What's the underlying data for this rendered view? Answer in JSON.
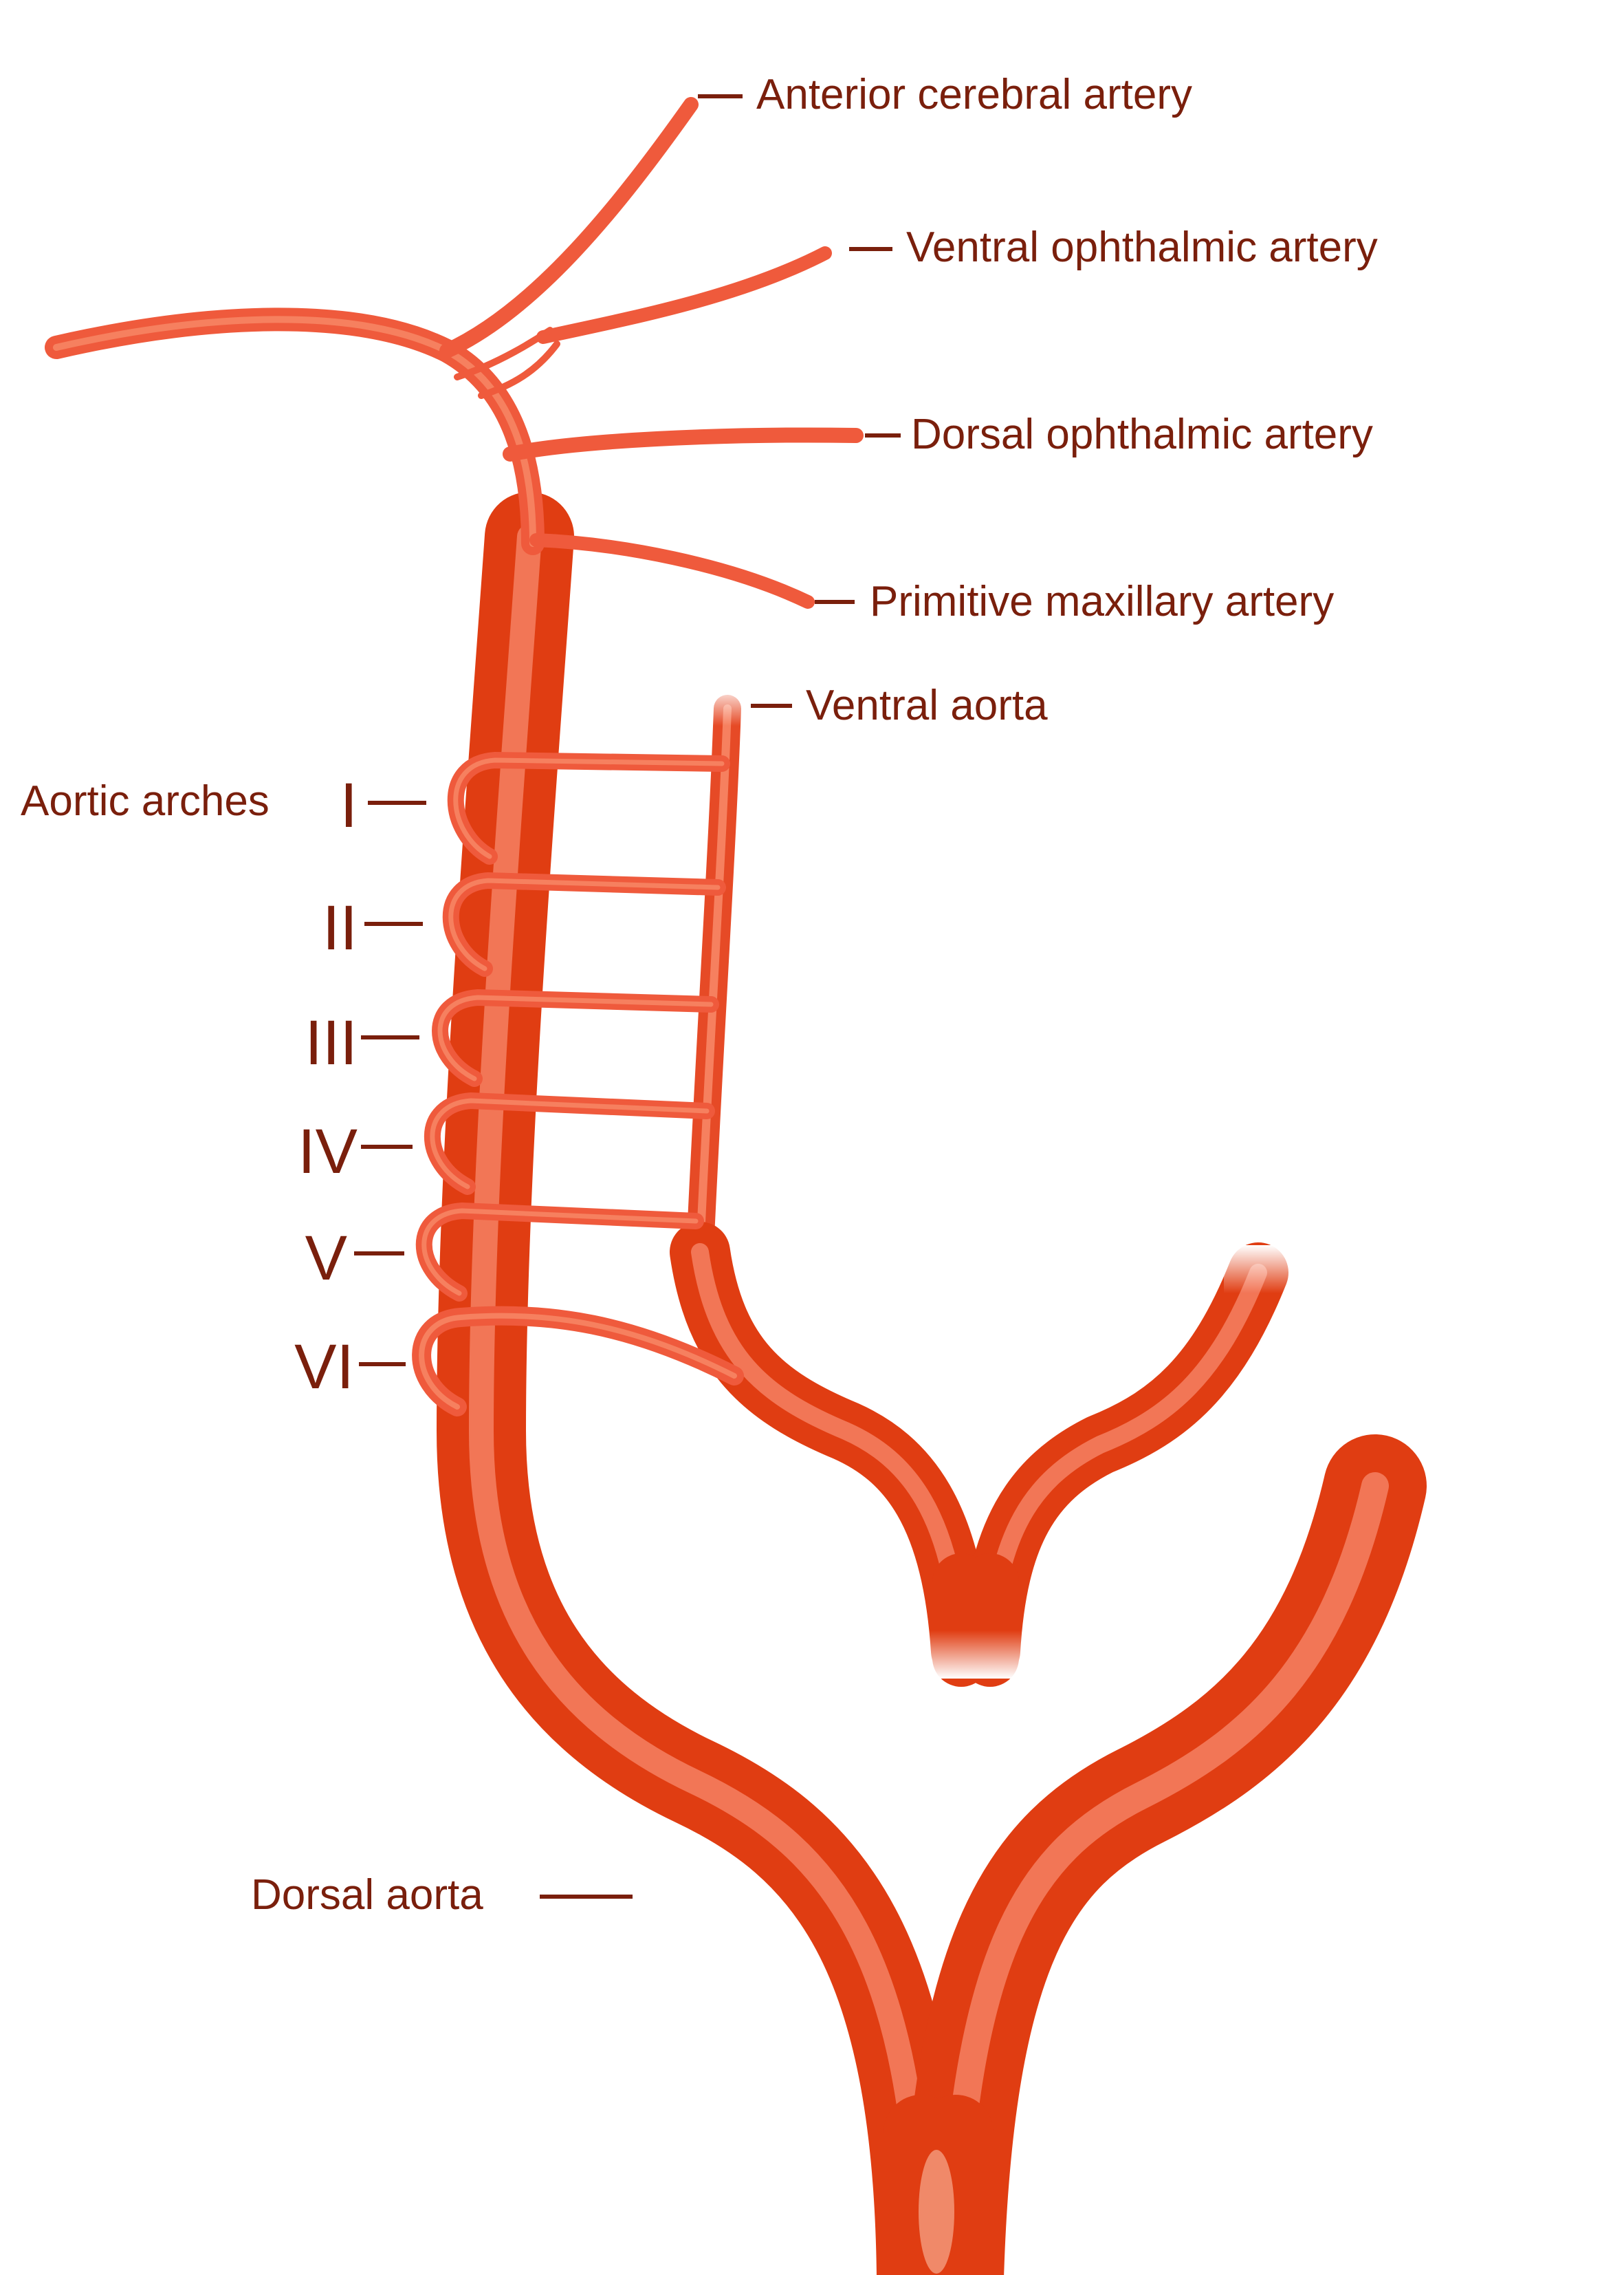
{
  "labels": {
    "anterior_cerebral": "Anterior cerebral artery",
    "ventral_ophthalmic": "Ventral ophthalmic artery",
    "dorsal_ophthalmic": "Dorsal ophthalmic artery",
    "primitive_maxillary": "Primitive maxillary artery",
    "ventral_aorta": "Ventral aorta",
    "aortic_arches": "Aortic arches",
    "dorsal_aorta": "Dorsal aorta"
  },
  "arches": [
    "I",
    "II",
    "III",
    "IV",
    "V",
    "VI"
  ],
  "colors": {
    "vessel": "#ef5a3c",
    "vessel_dark": "#e03d12",
    "vessel_light": "#f6805f",
    "label_text": "#7a1f0c"
  }
}
